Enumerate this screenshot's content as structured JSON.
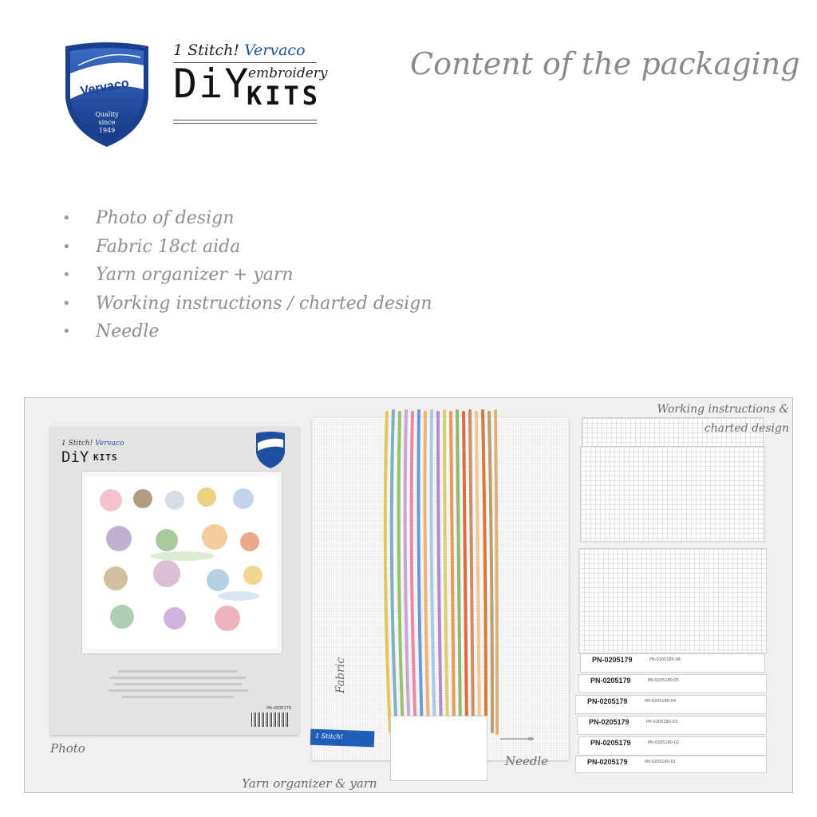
{
  "header": {
    "shield_logo": {
      "brand": "Vervaco",
      "tagline_1": "Quality",
      "tagline_2": "since",
      "tagline_3": "1949"
    },
    "diy_logo": {
      "line_1_prefix": "1 Stitch!",
      "line_1_brand": "Vervaco",
      "diy": "DiY",
      "embroidery": "embroidery",
      "kits": "KITS"
    },
    "title": "Content of the packaging"
  },
  "contents": [
    "Photo of design",
    "Fabric 18ct aida",
    "Yarn organizer + yarn",
    "Working instructions / charted design",
    "Needle"
  ],
  "bullet_glyph": "•",
  "photo": {
    "kit_cover": {
      "line_1_prefix": "1 Stitch!",
      "line_1_brand": "Vervaco",
      "diy": "DiY",
      "kits": "KITS",
      "product_code": "PN-0205179"
    },
    "ribbon_text": "1 Stitch!",
    "labels": {
      "photo": "Photo",
      "fabric": "Fabric",
      "yarn": "Yarn organizer & yarn",
      "needle": "Needle",
      "instructions_line_1": "Working instructions &",
      "instructions_line_2": "charted design"
    },
    "instruction_tabs": [
      {
        "code": "PN-0205179",
        "sub": "PN-0205180-06"
      },
      {
        "code": "PN-0205179",
        "sub": "PN-0205180-05"
      },
      {
        "code": "PN-0205179",
        "sub": "PN-0205180-04"
      },
      {
        "code": "PN-0205179",
        "sub": "PN-0205180-03"
      },
      {
        "code": "PN-0205179",
        "sub": "PN-0205180-02"
      },
      {
        "code": "PN-0205179",
        "sub": "PN-0205180-01"
      }
    ]
  },
  "colors": {
    "brand_blue": "#1f4fa0",
    "text_gray": "#8a8a8a"
  }
}
